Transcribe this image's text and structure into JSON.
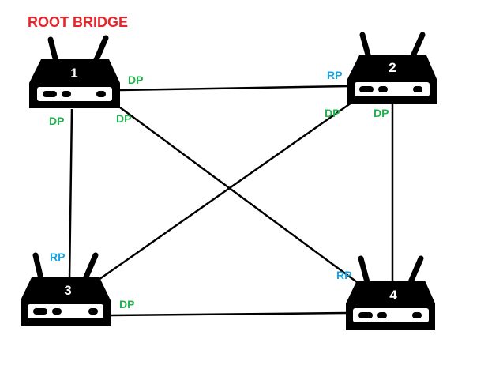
{
  "title": "ROOT BRIDGE",
  "colors": {
    "title": "#e8232a",
    "dp": "#22b14c",
    "rp": "#1ba3e0",
    "device": "#000000",
    "link": "#000000",
    "panel": "#ffffff"
  },
  "switches": [
    {
      "id": "sw1",
      "number": "1"
    },
    {
      "id": "sw2",
      "number": "2"
    },
    {
      "id": "sw3",
      "number": "3"
    },
    {
      "id": "sw4",
      "number": "4"
    }
  ],
  "links": [
    {
      "from": "1",
      "to": "2"
    },
    {
      "from": "1",
      "to": "3"
    },
    {
      "from": "1",
      "to": "4"
    },
    {
      "from": "2",
      "to": "3"
    },
    {
      "from": "2",
      "to": "4"
    },
    {
      "from": "3",
      "to": "4"
    }
  ],
  "port_labels": {
    "sw1_to_sw2": "DP",
    "sw1_to_sw3": "DP",
    "sw1_to_sw4": "DP",
    "sw2_to_sw1": "RP",
    "sw2_to_sw3": "DP",
    "sw2_to_sw4": "DP",
    "sw3_to_sw1": "RP",
    "sw3_to_sw4": "DP",
    "sw4_to_sw1": "RP"
  }
}
